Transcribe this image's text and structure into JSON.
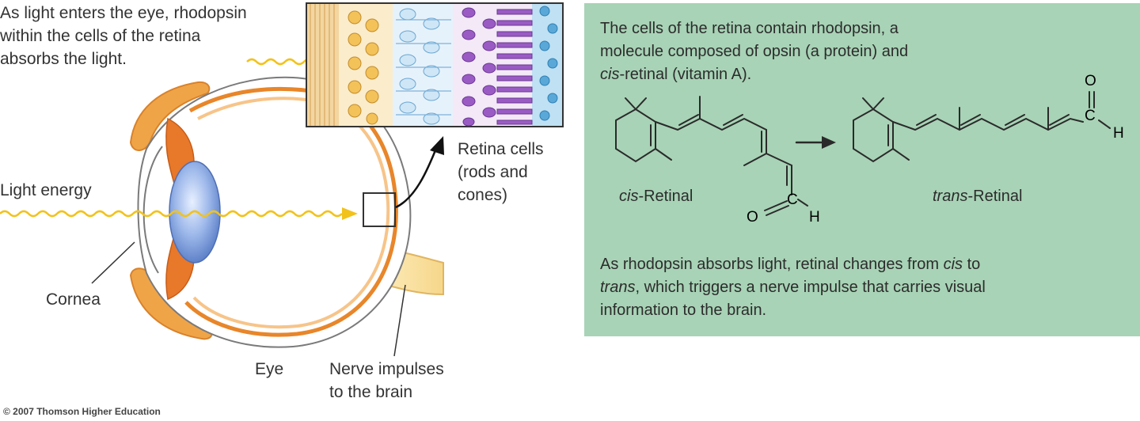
{
  "left": {
    "intro_lines": [
      "As light enters the eye, rhodopsin",
      "within the cells of the retina",
      "absorbs the light."
    ],
    "light_energy": "Light energy",
    "retina_lines": [
      "Retina cells",
      "(rods and",
      "cones)"
    ],
    "cornea": "Cornea",
    "eye": "Eye",
    "nerve_lines": [
      "Nerve impulses",
      "to the brain"
    ],
    "copyright": "© 2007 Thomson Higher Education"
  },
  "panel": {
    "line1": "The cells of the retina contain rhodopsin, a",
    "line2": "molecule composed of opsin (a protein) and",
    "line3_italic": "cis",
    "line3_rest": "-retinal (vitamin A).",
    "cis_label_italic": "cis",
    "cis_label_rest": "-Retinal",
    "trans_label_italic": "trans",
    "trans_label_rest": "-Retinal",
    "bottom1_pre": "As rhodopsin absorbs light, retinal changes from ",
    "bottom1_italic": "cis",
    "bottom1_post": " to",
    "bottom2_italic": "trans",
    "bottom2_rest": ", which triggers a nerve impulse that carries visual",
    "bottom3": "information to the brain.",
    "atoms": {
      "O": "O",
      "C": "C",
      "H": "H"
    }
  },
  "colors": {
    "panel_bg": "#a8d3b6",
    "light_wave": "#f2c21b",
    "eye_orange": "#e88a2a",
    "lens_blue": "#8fb0e6",
    "rod_purple": "#8a4fb5",
    "cone_blue": "#9ec9ea"
  }
}
